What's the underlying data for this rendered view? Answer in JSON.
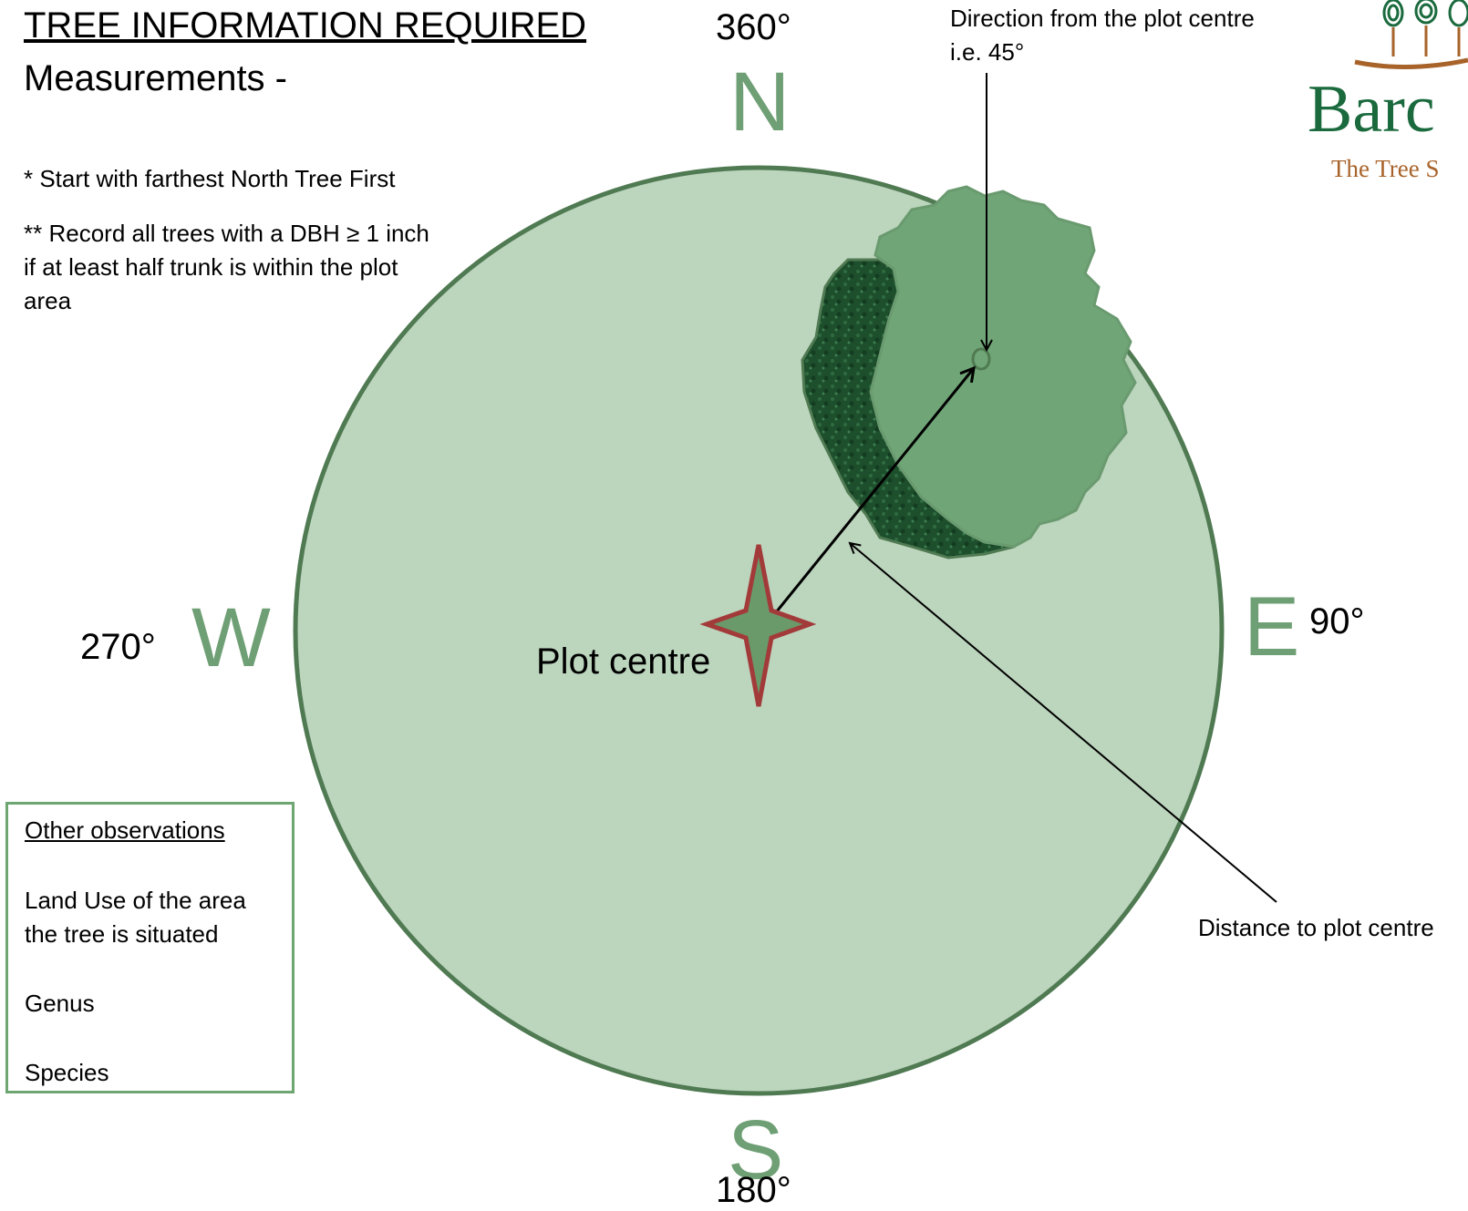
{
  "header": {
    "title": "TREE INFORMATION REQUIRED",
    "subtitle": "Measurements -"
  },
  "notes": {
    "note1": "* Start with farthest North Tree First",
    "note2": "** Record all trees with a DBH ≥ 1 inch if at least half trunk is within the plot area"
  },
  "compass": {
    "north": {
      "letter": "N",
      "degrees": "360°"
    },
    "east": {
      "letter": "E",
      "degrees": "90°"
    },
    "south": {
      "letter": "S",
      "degrees": "180°"
    },
    "west": {
      "letter": "W",
      "degrees": "270°"
    }
  },
  "labels": {
    "plot_centre": "Plot centre",
    "direction_line1": "Direction from the plot centre",
    "direction_line2": "i.e. 45°",
    "distance": "Distance to plot centre"
  },
  "observations": {
    "title": "Other observations",
    "items": [
      "Land Use of the area",
      "the tree is situated",
      "Genus",
      "Species"
    ]
  },
  "logo": {
    "name": "Barc",
    "tagline": "The Tree S"
  },
  "colors": {
    "plot_fill": "#bcd5bd",
    "plot_border": "#4f7a52",
    "compass_letters": "#6f9f74",
    "canopy_light": "#70a577",
    "canopy_dark": "#1d4f2c",
    "star_fill": "#6a9a6a",
    "star_border": "#a33a3a",
    "logo_green": "#1a6a3e",
    "logo_brown": "#a8632a"
  }
}
